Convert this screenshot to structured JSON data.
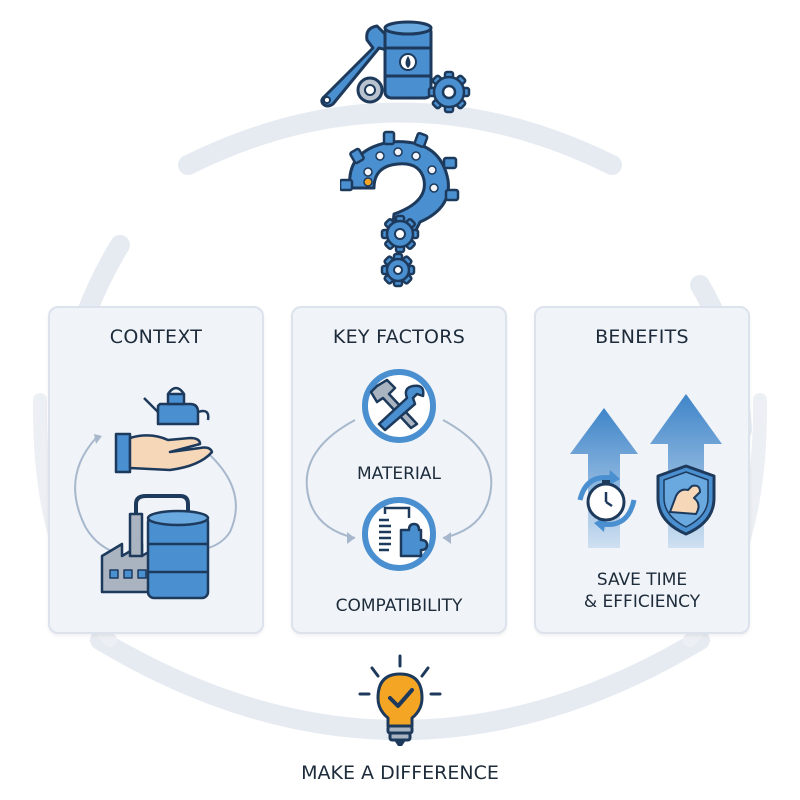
{
  "panels": {
    "context": {
      "title": "CONTEXT"
    },
    "key_factors": {
      "title": "KEY FACTORS",
      "material_label": "MATERIAL",
      "compatibility_label": "COMPATIBILITY"
    },
    "benefits": {
      "title": "BENEFITS",
      "label_line1": "SAVE TIME",
      "label_line2": "& EFFICIENCY"
    }
  },
  "bottom": {
    "label": "MAKE A DIFFERENCE"
  },
  "colors": {
    "accent_blue": "#4a8fd0",
    "dark_outline": "#1d3a5c",
    "ring": "#e6ebf2",
    "panel_bg": "#f0f3f8",
    "bulb_yellow": "#f5a524"
  },
  "icons": [
    "wrench-oil-barrel-gears-icon",
    "gear-question-mark-icon",
    "oil-can-hand-icon",
    "factory-barrel-icon",
    "hammer-wrench-icon",
    "spring-puzzle-icon",
    "arrows-up-icon",
    "stopwatch-icon",
    "shield-strength-icon",
    "lightbulb-check-icon"
  ]
}
